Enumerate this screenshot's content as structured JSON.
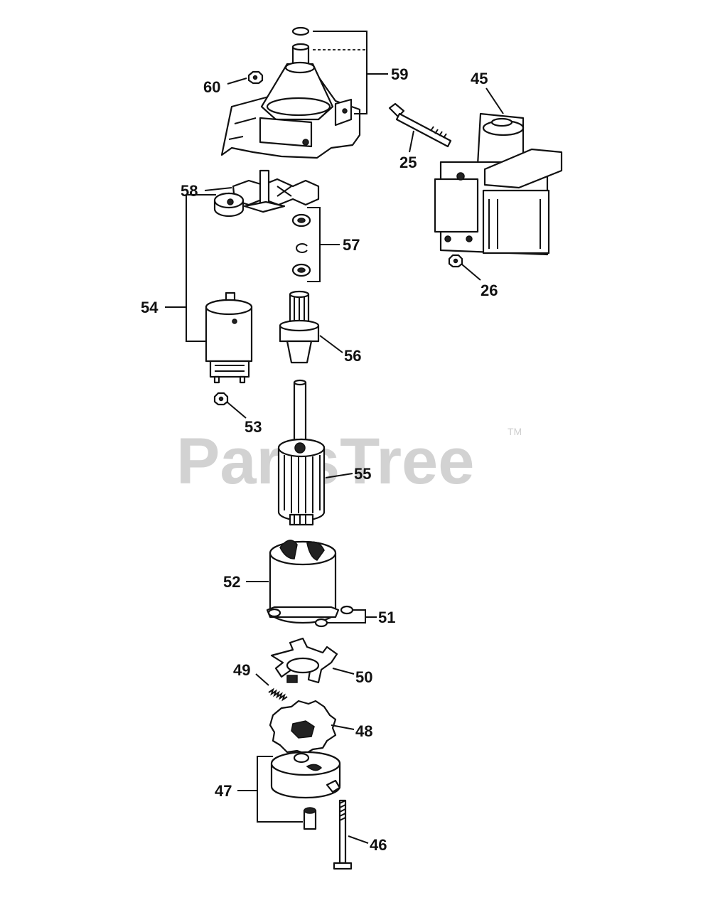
{
  "watermark": {
    "text": "PartsTree",
    "trademark": "TM"
  },
  "callouts": {
    "c25": "25",
    "c26": "26",
    "c45": "45",
    "c46": "46",
    "c47": "47",
    "c48": "48",
    "c49": "49",
    "c50": "50",
    "c51": "51",
    "c52": "52",
    "c53": "53",
    "c54": "54",
    "c55": "55",
    "c56": "56",
    "c57": "57",
    "c58": "58",
    "c59": "59",
    "c60": "60"
  }
}
